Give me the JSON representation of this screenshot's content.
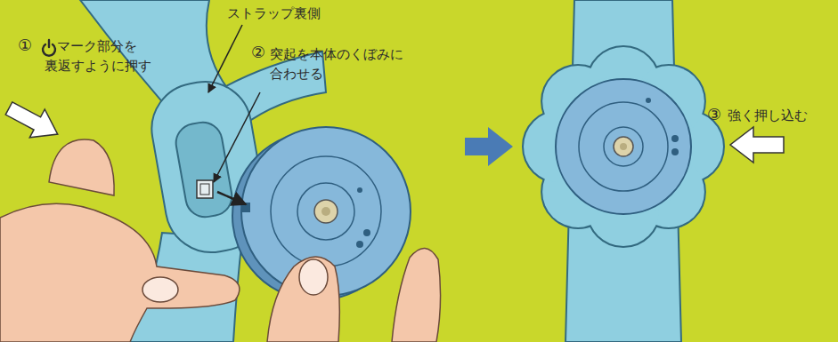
{
  "diagram": {
    "labels": [
      "ストラップ裏側",
      "①",
      "マーク部分を 裏返すように押す",
      "②",
      "突起を本体のくぼみに 合わせる",
      "③",
      "強く押し込む"
    ]
  }
}
